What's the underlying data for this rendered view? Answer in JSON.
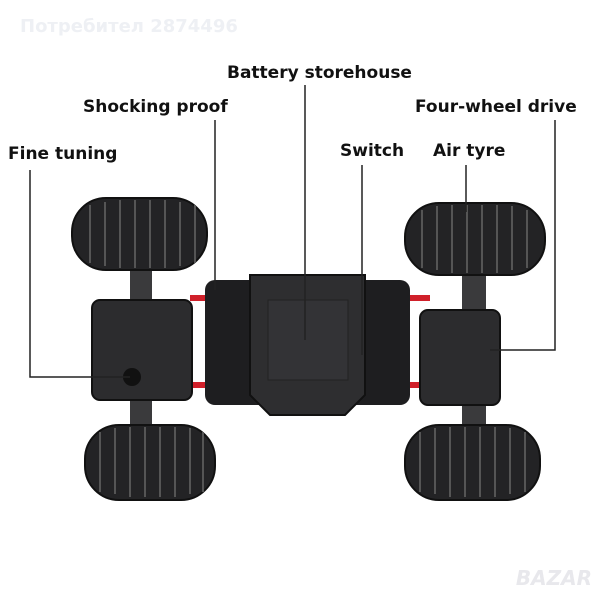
{
  "watermark": "Потребител 2874496",
  "logo": "BAZAR",
  "labels": {
    "battery": "Battery storehouse",
    "shocking": "Shocking proof",
    "four_wheel": "Four-wheel drive",
    "fine_tuning": "Fine tuning",
    "switch": "Switch",
    "air_tyre": "Air tyre"
  },
  "colors": {
    "body": "#2a2a2c",
    "tire": "#232325",
    "spring": "#d0202a"
  }
}
